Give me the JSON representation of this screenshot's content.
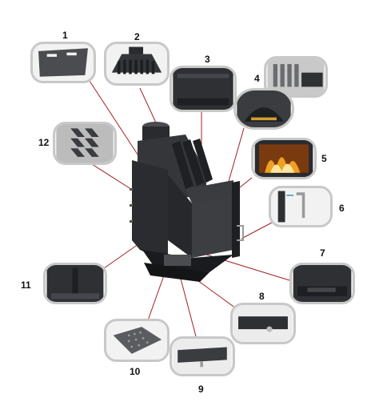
{
  "diagram": {
    "labels": [
      "1",
      "2",
      "3",
      "4",
      "5",
      "6",
      "7",
      "8",
      "9",
      "10",
      "11",
      "12"
    ]
  },
  "colors": {
    "leader_line": "#a02020",
    "callout_border": "#c8c8c8",
    "stove_body": "#2e3034",
    "stove_dark": "#1e1f22",
    "fire": "#f0a020"
  }
}
